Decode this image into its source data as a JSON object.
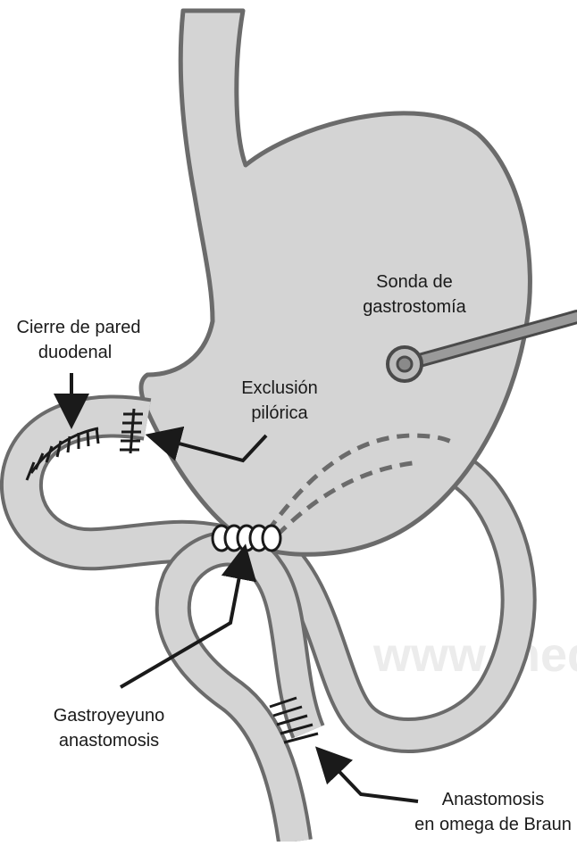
{
  "labels": {
    "closure": [
      "Cierre de pared",
      "duodenal"
    ],
    "exclusion": [
      "Exclusión",
      "pilórica"
    ],
    "tube": [
      "Sonda de",
      "gastrostomía"
    ],
    "gastro": [
      "Gastroyeyuno",
      "anastomosis"
    ],
    "braun": [
      "Anastomosis",
      "en omega de Braun"
    ]
  },
  "watermark": "www.med",
  "colors": {
    "organ_fill": "#d4d4d4",
    "organ_stroke": "#6b6b6b",
    "ink": "#1a1a1a",
    "tube": "#8e8e8e"
  }
}
